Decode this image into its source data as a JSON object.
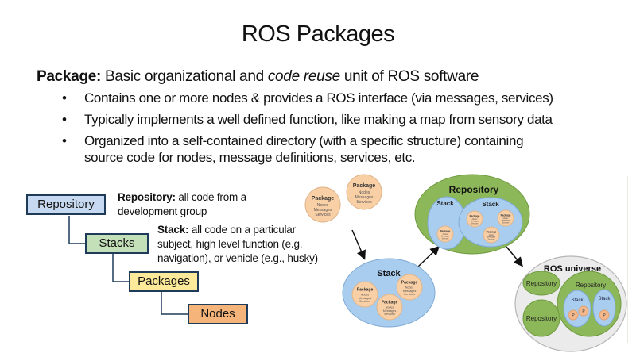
{
  "slide": {
    "title": "ROS Packages",
    "definition": {
      "term": "Package:",
      "text_before": " Basic organizational and ",
      "emphasis": "code reuse",
      "text_after": " unit of ROS software"
    },
    "bullets": [
      "Contains one or more nodes & provides a ROS interface (via messages, services)",
      "Typically implements a well defined function, like making a map from sensory data",
      "Organized into a self-contained directory (with a specific structure) containing source code for nodes, message definitions, services, etc."
    ],
    "bullet_glyph": "•"
  },
  "hierarchy": {
    "boxes": [
      {
        "label": "Repository",
        "color": "#c6d9f1"
      },
      {
        "label": "Stacks",
        "color": "#c3e0b8"
      },
      {
        "label": "Packages",
        "color": "#fde99a"
      },
      {
        "label": "Nodes",
        "color": "#f4b47a"
      }
    ],
    "notes": [
      {
        "term": "Repository:",
        "text": " all code from a development group"
      },
      {
        "term": "Stack:",
        "text": " all code on a particular subject, high level function (e.g. navigation), or vehicle (e.g., husky)"
      }
    ]
  },
  "diagram": {
    "package_label": "Package",
    "package_lines": [
      "Nodes",
      "Messages",
      "Services"
    ],
    "stack_label": "Stack",
    "repository_label": "Repository",
    "universe_label": "ROS universe",
    "p_label": "P",
    "colors": {
      "package": "#f9cfa6",
      "stack": "#a9cdef",
      "repository": "#8db85a",
      "universe": "#ebebeb"
    }
  }
}
